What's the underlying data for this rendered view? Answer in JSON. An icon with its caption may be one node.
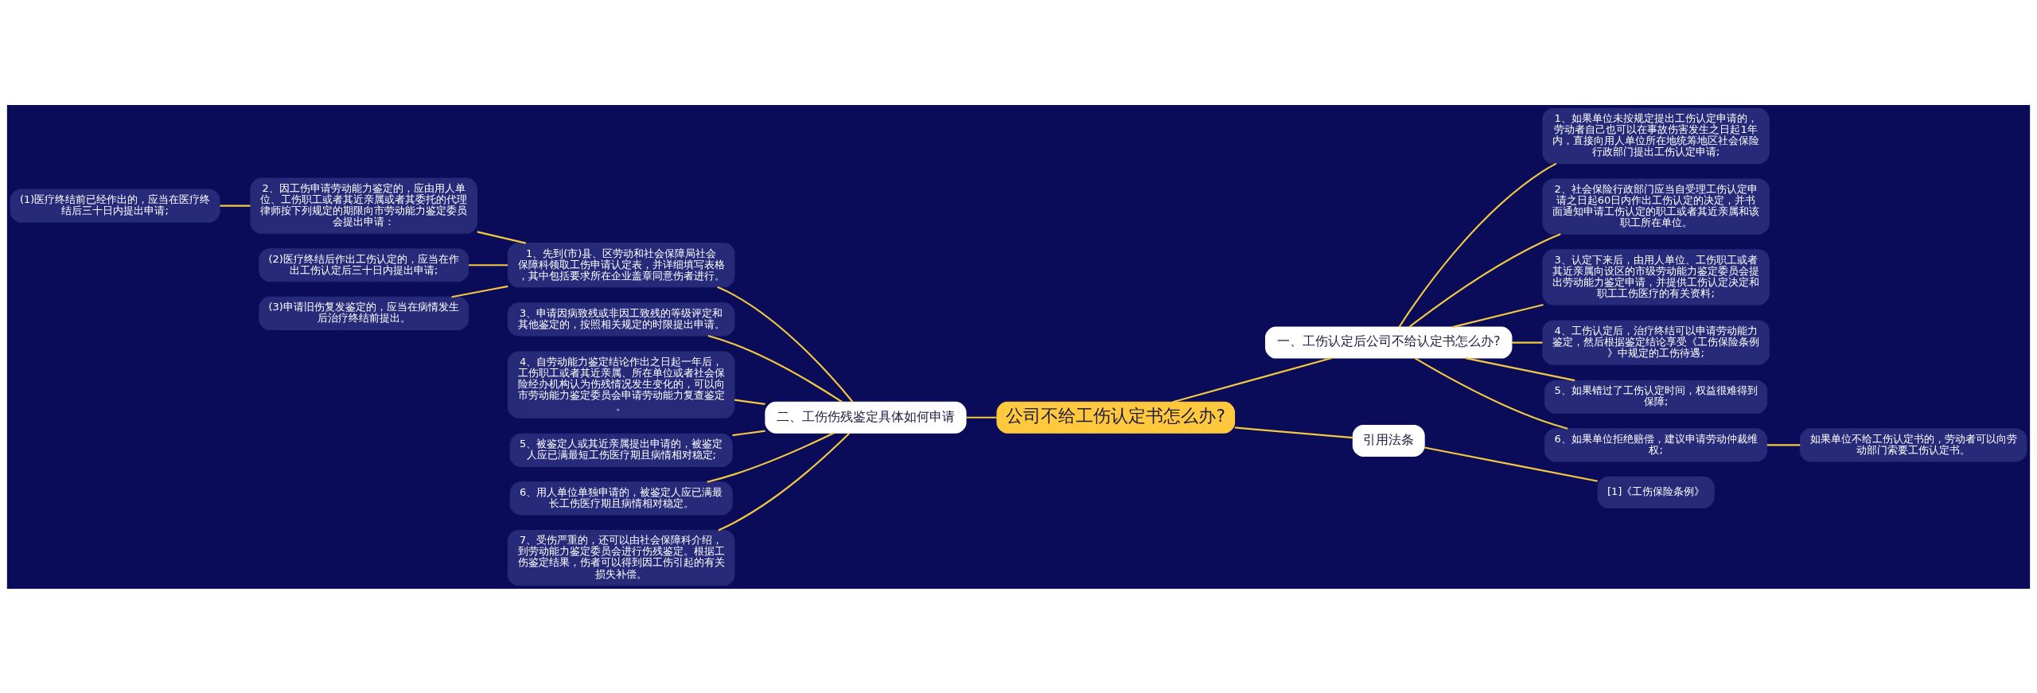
{
  "diagram": {
    "nodes": [
      {
        "text": [
          "公司不给工伤认定书怎么办?"
        ]
      },
      {
        "text": [
          "一、工伤认定后公司不给认定书怎么办?"
        ]
      },
      {
        "text": [
          "1、如果单位未按规定提出工伤认定申请的，劳动者自己也可以在事故伤害发生之日起1年内，直接向用人单位所在地统筹地区社会保险行政部门提出工伤认定申请;"
        ]
      },
      {
        "text": [
          "2、社会保险行政部门应当自受理工伤认定申请之日起60日内作出工伤认定的决定，并书面通知申请工伤认定的职工或者其近亲属和该职工所在单位。"
        ]
      },
      {
        "text": [
          "3、认定下来后，由用人单位、工伤职工或者其近亲属向设区的市级劳动能力鉴定委员会提出劳动能力鉴定申请，并提供工伤认定决定和职工工伤医疗的有关资料;"
        ]
      },
      {
        "text": [
          "4、工伤认定后，治疗终结可以申请劳动能力鉴定，然后根据鉴定结论享受《工伤保险条例》中规定的工伤待遇;"
        ]
      },
      {
        "text": [
          "5、如果错过了工伤认定时间，权益很难得到保障;"
        ]
      },
      {
        "text": [
          "6、如果单位拒绝赔偿，建议申请劳动仲裁维权;"
        ]
      },
      {
        "text": [
          "如果单位不给工伤认定书的，劳动者可以向劳动部门索要工伤认定书。"
        ]
      },
      {
        "text": [
          "引用法条"
        ]
      },
      {
        "text": [
          "[1]《工伤保险条例》"
        ]
      },
      {
        "text": [
          "二、工伤伤残鉴定具体如何申请"
        ]
      },
      {
        "text": [
          "1、先到(市)县、区劳动和社会保障局社会保障科领取工伤申请认定表，并详细填写表格，其中包括要求所在企业盖章同意伤者进行。"
        ]
      },
      {
        "text": [
          "2、因工伤申请劳动能力鉴定的，应由用人单位、工伤职工或者其近亲属或者其委托的代理律师按下列规定的期限向市劳动能力鉴定委员会提出申请："
        ]
      },
      {
        "text": [
          "(1)医疗终结前已经作出的，应当在医疗终结后三十日内提出申请;"
        ]
      },
      {
        "text": [
          "(2)医疗终结后作出工伤认定的，应当在作出工伤认定后三十日内提出申请;"
        ]
      },
      {
        "text": [
          "(3)申请旧伤复发鉴定的，应当在病情发生后治疗终结前提出。"
        ]
      },
      {
        "text": [
          "3、申请因病致残或非因工致残的等级评定和其他鉴定的，按照相关规定的时限提出申请。"
        ]
      },
      {
        "text": [
          "4、自劳动能力鉴定结论作出之日起一年后，工伤职工或者其近亲属、所在单位或者社会保险经办机构认为伤残情况发生变化的，可以向市劳动能力鉴定委员会申请劳动能力复查鉴定。"
        ]
      },
      {
        "text": [
          "5、被鉴定人或其近亲属提出申请的，被鉴定人应已满最短工伤医疗期且病情相对稳定;"
        ]
      },
      {
        "text": [
          "6、用人单位单独申请的，被鉴定人应已满最长工伤医疗期且病情相对稳定。"
        ]
      },
      {
        "text": [
          "7、受伤严重的，还可以由社会保障科介绍，到劳动能力鉴定委员会进行伤残鉴定。根据工伤鉴定结果，伤者可以得到因工伤引起的有关损失补偿。"
        ]
      }
    ],
    "edges": [
      {
        "from": 0,
        "to": 1,
        "arrow": "none"
      },
      {
        "from": 1,
        "to": 2,
        "arrow": "none"
      },
      {
        "from": 1,
        "to": 3,
        "arrow": "none"
      },
      {
        "from": 1,
        "to": 4,
        "arrow": "none"
      },
      {
        "from": 1,
        "to": 5,
        "arrow": "none"
      },
      {
        "from": 1,
        "to": 6,
        "arrow": "none"
      },
      {
        "from": 1,
        "to": 7,
        "arrow": "none"
      },
      {
        "from": 7,
        "to": 8,
        "arrow": "none"
      },
      {
        "from": 0,
        "to": 9,
        "arrow": "none"
      },
      {
        "from": 9,
        "to": 10,
        "arrow": "none"
      },
      {
        "from": 0,
        "to": 11,
        "arrow": "none"
      },
      {
        "from": 11,
        "to": 12,
        "arrow": "none"
      },
      {
        "from": 12,
        "to": 13,
        "arrow": "none"
      },
      {
        "from": 13,
        "to": 14,
        "arrow": "none"
      },
      {
        "from": 12,
        "to": 15,
        "arrow": "none"
      },
      {
        "from": 12,
        "to": 16,
        "arrow": "none"
      },
      {
        "from": 11,
        "to": 17,
        "arrow": "none"
      },
      {
        "from": 11,
        "to": 18,
        "arrow": "none"
      },
      {
        "from": 11,
        "to": 19,
        "arrow": "none"
      },
      {
        "from": 11,
        "to": 20,
        "arrow": "none"
      },
      {
        "from": 11,
        "to": 21,
        "arrow": "none"
      }
    ]
  }
}
